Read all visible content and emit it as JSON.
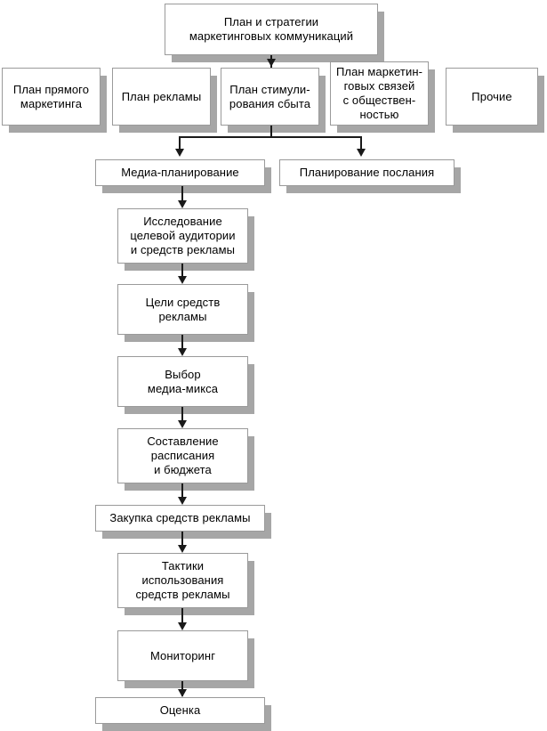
{
  "diagram": {
    "title": "План и стратегии маркетинговых коммуникаций",
    "type": "flowchart",
    "orientation": "top-down",
    "palette": {
      "node_fill": "#ffffff",
      "node_border": "#9a9a9a",
      "node_shadow": "#a6a6a6",
      "connector": "#1a1a1a",
      "text": "#000000",
      "background": "#ffffff"
    },
    "nodes": {
      "root": "План и стратегии\nмаркетинговых коммуникаций",
      "plan_direct_marketing": "План прямого\nмаркетинга",
      "plan_advertising": "План рекламы",
      "plan_sales_promotion": "План стимули-\nрования сбыта",
      "plan_public_relations": "План маркетин-\nговых связей\nс обществен-\nностью",
      "plan_other": "Прочие",
      "media_planning": "Медиа-планирование",
      "message_planning": "Планирование послания",
      "research_audience": "Исследование\nцелевой аудитории\nи средств рекламы",
      "media_objectives": "Цели средств\nрекламы",
      "media_mix": "Выбор\nмедиа-микса",
      "schedule_budget": "Составление\nрасписания\nи бюджета",
      "media_buying": "Закупка средств рекламы",
      "media_tactics": "Тактики\nиспользования\nсредств рекламы",
      "monitoring": "Мониторинг",
      "evaluation": "Оценка"
    },
    "edges": [
      {
        "from": "root",
        "to": "plan_sales_promotion"
      },
      {
        "from": "plan_sales_promotion",
        "to": "media_planning"
      },
      {
        "from": "plan_sales_promotion",
        "to": "message_planning"
      },
      {
        "from": "media_planning",
        "to": "research_audience"
      },
      {
        "from": "research_audience",
        "to": "media_objectives"
      },
      {
        "from": "media_objectives",
        "to": "media_mix"
      },
      {
        "from": "media_mix",
        "to": "schedule_budget"
      },
      {
        "from": "schedule_budget",
        "to": "media_buying"
      },
      {
        "from": "media_buying",
        "to": "media_tactics"
      },
      {
        "from": "media_tactics",
        "to": "monitoring"
      },
      {
        "from": "monitoring",
        "to": "evaluation"
      }
    ]
  }
}
